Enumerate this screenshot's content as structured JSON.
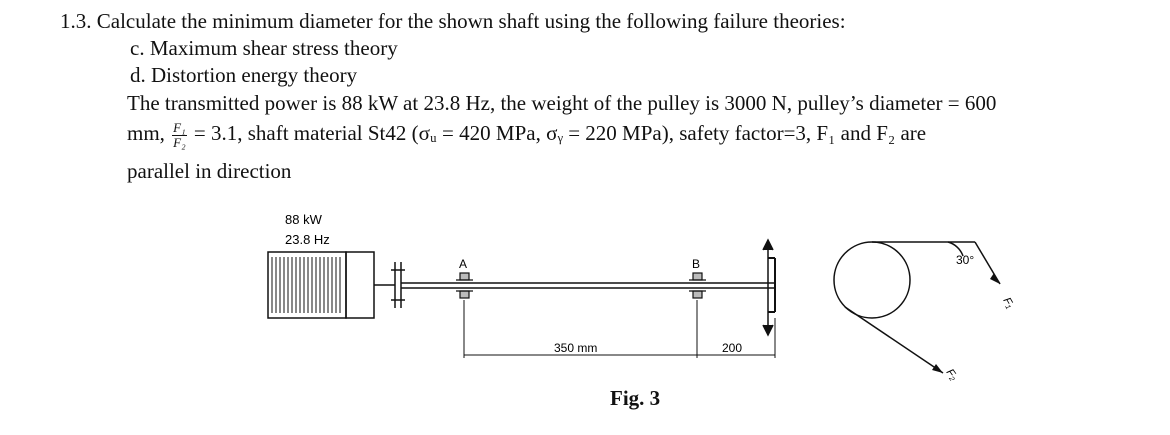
{
  "problem": {
    "line1": "1.3. Calculate the minimum diameter for the shown shaft using the following failure theories:",
    "item_c": "c.  Maximum shear stress theory",
    "item_d": "d.  Distortion energy theory",
    "line4": "The transmitted power is 88 kW at 23.8 Hz, the weight of the pulley is 3000 N, pulley’s diameter = 600",
    "line5_start": "mm,",
    "frac_num": "F₁",
    "frac_den": "F₂",
    "line5_rest": "= 3.1,  shaft  material  St42  (σᵤ = 420 MPa,  σᵧ = 220 MPa),  safety  factor=3,  F₁  and  F₂  are",
    "line6": "parallel in direction"
  },
  "figure": {
    "power_label": "88 kW",
    "freq_label": "23.8 Hz",
    "bearing_a": "A",
    "bearing_b": "B",
    "dim_ab": "350 mm",
    "dim_bp": "200",
    "angle": "30°",
    "force1": "F₁",
    "force2": "F₂",
    "caption": "Fig. 3"
  }
}
